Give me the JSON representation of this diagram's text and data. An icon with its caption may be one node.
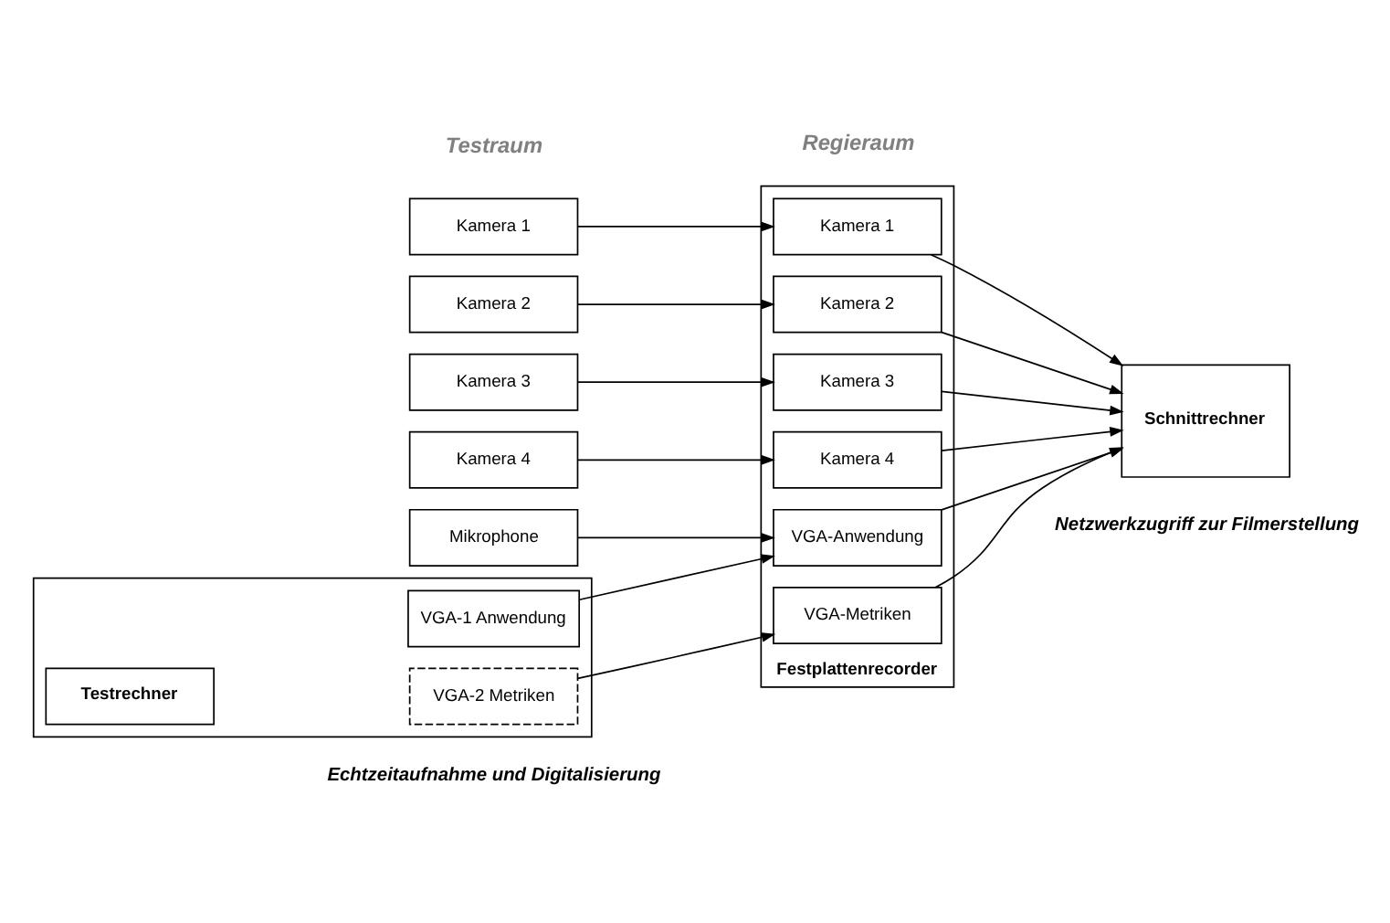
{
  "diagram": {
    "nodes": [
      {
        "text": [
          "Kamera 1"
        ]
      },
      {
        "text": [
          "Kamera 2"
        ]
      },
      {
        "text": [
          "Kamera 3"
        ]
      },
      {
        "text": [
          "Kamera 4"
        ]
      },
      {
        "text": [
          "Mikrophone"
        ]
      },
      {
        "text": [],
        "shape": "box"
      },
      {
        "text": [
          "VGA-1 Anwendung"
        ],
        "in": 5
      },
      {
        "text": [
          "VGA-2 Metriken"
        ],
        "in": 5
      },
      {
        "text": [
          "Testrechner"
        ],
        "in": 5
      },
      {
        "text": [
          "Festplattenrecorder"
        ]
      },
      {
        "text": [
          "Kamera 1"
        ],
        "in": 9
      },
      {
        "text": [
          "Kamera 2"
        ],
        "in": 9
      },
      {
        "text": [
          "Kamera 3"
        ],
        "in": 9
      },
      {
        "text": [
          "Kamera 4"
        ],
        "in": 9
      },
      {
        "text": [
          "VGA-Anwendung"
        ],
        "in": 9
      },
      {
        "text": [
          "VGA-Metriken"
        ],
        "in": 9
      },
      {
        "text": [
          "Schnittrechner"
        ]
      }
    ],
    "edges": [
      {
        "from": 0,
        "to": 10,
        "arrow": "to"
      },
      {
        "from": 1,
        "to": 11,
        "arrow": "to"
      },
      {
        "from": 2,
        "to": 12,
        "arrow": "to"
      },
      {
        "from": 3,
        "to": 13,
        "arrow": "to"
      },
      {
        "from": 4,
        "to": 14,
        "arrow": "to"
      },
      {
        "from": 6,
        "to": 14,
        "arrow": "to"
      },
      {
        "from": 7,
        "to": 15,
        "arrow": "to"
      },
      {
        "from": 10,
        "to": 16,
        "arrow": "to"
      },
      {
        "from": 11,
        "to": 16,
        "arrow": "to"
      },
      {
        "from": 12,
        "to": 16,
        "arrow": "to"
      },
      {
        "from": 13,
        "to": 16,
        "arrow": "to"
      },
      {
        "from": 14,
        "to": 16,
        "arrow": "to"
      },
      {
        "from": 15,
        "to": 16,
        "arrow": "to"
      }
    ],
    "labels": [
      "Testraum",
      "Regieraum",
      "Echtzeitaufnahme und Digitalisierung",
      "Netzwerkzugriff zur Filmerstellung"
    ]
  }
}
